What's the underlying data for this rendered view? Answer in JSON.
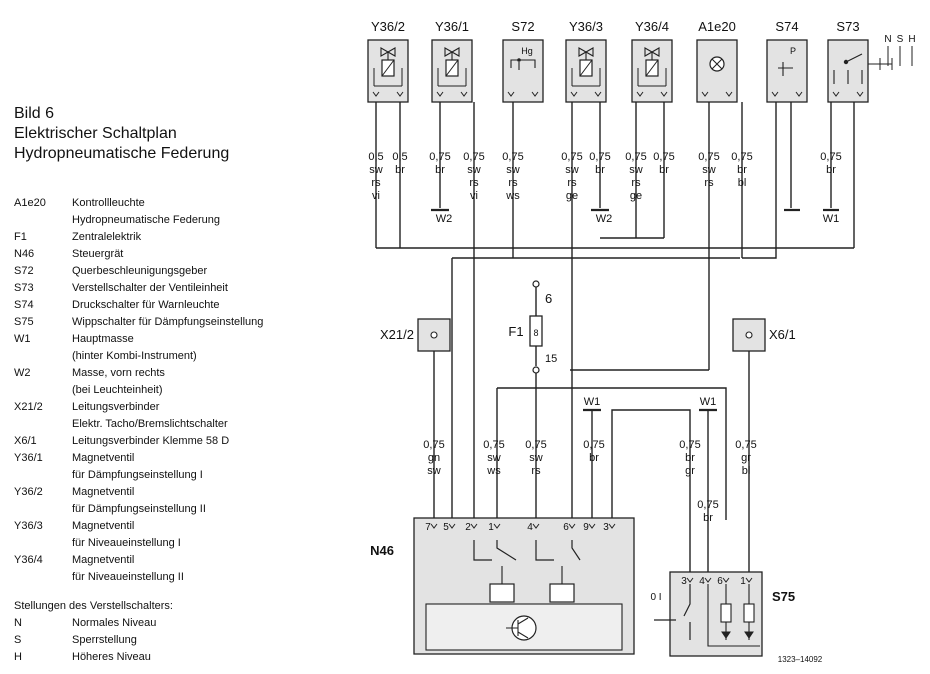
{
  "heading": {
    "line1": "Bild 6",
    "line2": "Elektrischer Schaltplan",
    "line3": "Hydropneumatische Federung"
  },
  "legend": [
    {
      "code": "A1e20",
      "lines": [
        "Kontrollleuchte",
        "Hydropneumatische Federung"
      ]
    },
    {
      "code": "F1",
      "lines": [
        "Zentralelektrik"
      ]
    },
    {
      "code": "N46",
      "lines": [
        "Steuergrät"
      ]
    },
    {
      "code": "S72",
      "lines": [
        "Querbeschleunigungsgeber"
      ]
    },
    {
      "code": "S73",
      "lines": [
        "Verstellschalter der Ventileinheit"
      ]
    },
    {
      "code": "S74",
      "lines": [
        "Druckschalter für Warnleuchte"
      ]
    },
    {
      "code": "S75",
      "lines": [
        "Wippschalter für Dämpfungseinstellung"
      ]
    },
    {
      "code": "W1",
      "lines": [
        "Hauptmasse",
        "(hinter Kombi-Instrument)"
      ]
    },
    {
      "code": "W2",
      "lines": [
        "Masse, vorn rechts",
        "(bei Leuchteinheit)"
      ]
    },
    {
      "code": "X21/2",
      "lines": [
        "Leitungsverbinder",
        "Elektr. Tacho/Bremslichtschalter"
      ]
    },
    {
      "code": "X6/1",
      "lines": [
        "Leitungsverbinder Klemme 58 D"
      ]
    },
    {
      "code": "Y36/1",
      "lines": [
        "Magnetventil",
        "für Dämpfungseinstellung I"
      ]
    },
    {
      "code": "Y36/2",
      "lines": [
        "Magnetventil",
        "für Dämpfungseinstellung II"
      ]
    },
    {
      "code": "Y36/3",
      "lines": [
        "Magnetventil",
        "für Niveaueinstellung I"
      ]
    },
    {
      "code": "Y36/4",
      "lines": [
        "Magnetventil",
        "für Niveaueinstellung II"
      ]
    }
  ],
  "positions": {
    "title": "Stellungen des Verstellschalters:",
    "items": [
      {
        "code": "N",
        "text": "Normales Niveau"
      },
      {
        "code": "S",
        "text": "Sperrstellung"
      },
      {
        "code": "H",
        "text": "Höheres Niveau"
      }
    ]
  },
  "diagram": {
    "components": [
      {
        "id": "Y36/2",
        "label": "Y36/2"
      },
      {
        "id": "Y36/1",
        "label": "Y36/1"
      },
      {
        "id": "S72",
        "label": "S72"
      },
      {
        "id": "Y36/3",
        "label": "Y36/3"
      },
      {
        "id": "Y36/4",
        "label": "Y36/4"
      },
      {
        "id": "A1e20",
        "label": "A1e20"
      },
      {
        "id": "S74",
        "label": "S74"
      },
      {
        "id": "S73",
        "label": "S73"
      }
    ],
    "s73_positions": [
      "N",
      "S",
      "H"
    ],
    "s72_symbol": "Hg",
    "s74_symbol": "P",
    "top_wires": [
      {
        "size": "0,5",
        "colors": [
          "sw",
          "rs",
          "vi"
        ]
      },
      {
        "size": "0,5",
        "colors": [
          "br"
        ]
      },
      {
        "size": "0,75",
        "colors": [
          "br"
        ]
      },
      {
        "size": "0,75",
        "colors": [
          "sw",
          "rs",
          "vi"
        ]
      },
      {
        "size": "0,75",
        "colors": [
          "sw",
          "rs",
          "ws"
        ]
      },
      {
        "size": "0,75",
        "colors": [
          "sw",
          "rs",
          "ge"
        ]
      },
      {
        "size": "0,75",
        "colors": [
          "br"
        ]
      },
      {
        "size": "0,75",
        "colors": [
          "sw",
          "rs",
          "ge"
        ]
      },
      {
        "size": "0,75",
        "colors": [
          "br"
        ]
      },
      {
        "size": "0,75",
        "colors": [
          "sw",
          "rs"
        ]
      },
      {
        "size": "0,75",
        "colors": [
          "br",
          "bl"
        ]
      },
      {
        "size": "0,75",
        "colors": [
          "br"
        ]
      }
    ],
    "grounds": {
      "w2_a": "W2",
      "w2_b": "W2",
      "w1_top": "W1",
      "w1_mid_a": "W1",
      "w1_mid_b": "W1"
    },
    "fuse": {
      "label": "F1",
      "in": "6",
      "number": "8",
      "out": "15"
    },
    "connectors": {
      "x21": "X21/2",
      "x6": "X6/1"
    },
    "bottom_wires": [
      {
        "size": "0,75",
        "colors": [
          "gn",
          "sw"
        ]
      },
      {
        "size": "0,75",
        "colors": [
          "sw",
          "ws"
        ]
      },
      {
        "size": "0,75",
        "colors": [
          "sw",
          "rs"
        ]
      },
      {
        "size": "0,75",
        "colors": [
          "br"
        ]
      },
      {
        "size": "0,75",
        "colors": [
          "br",
          "gr"
        ]
      },
      {
        "size": "0,75",
        "colors": [
          "br"
        ]
      },
      {
        "size": "0,75",
        "colors": [
          "gr",
          "bl"
        ]
      }
    ],
    "n46": {
      "label": "N46",
      "pins": [
        "7",
        "5",
        "2",
        "1",
        "4",
        "6",
        "9",
        "3"
      ]
    },
    "s75": {
      "label": "S75",
      "pins": [
        "3",
        "4",
        "6",
        "1"
      ],
      "switch_marks": "0 I"
    },
    "reference": "1323–14092"
  }
}
